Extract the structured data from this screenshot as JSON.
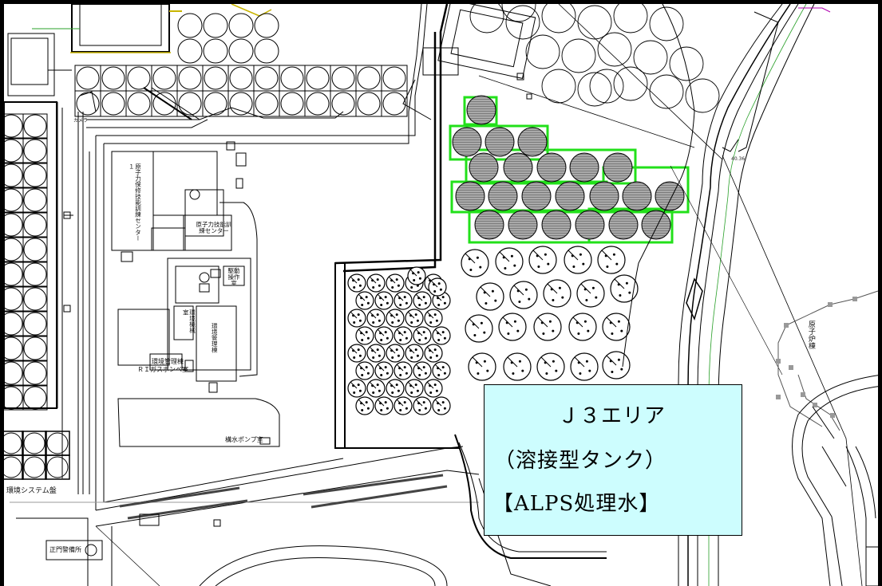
{
  "callout": {
    "line1": "Ｊ３エリア",
    "line2": "（溶接型タンク）",
    "line3": "【ALPS処理水】",
    "background": "#cdfdfe"
  },
  "labels": {
    "training_center_1": "原子力保修技能訓練センター１",
    "training_center": "原子力技能訓練センター",
    "operation_room": "駆動操作室",
    "machine_room": "環境機械室",
    "env_building": "環境管理棟",
    "env_building_line1": "環境管理棟",
    "ri_gas_cylinder": "ＲＩガスボンベ室",
    "pump_room": "構水ポンプ室",
    "main_gate": "正門警備所",
    "system_panel": "環境システム盤",
    "genshiro": "原子炉棟",
    "contour": "40.36",
    "sign_kamera": "カメラ"
  },
  "colors": {
    "tank_outline_highlight": "#22e01a",
    "line": "#000000",
    "road_fill": "#e8e8e8"
  }
}
